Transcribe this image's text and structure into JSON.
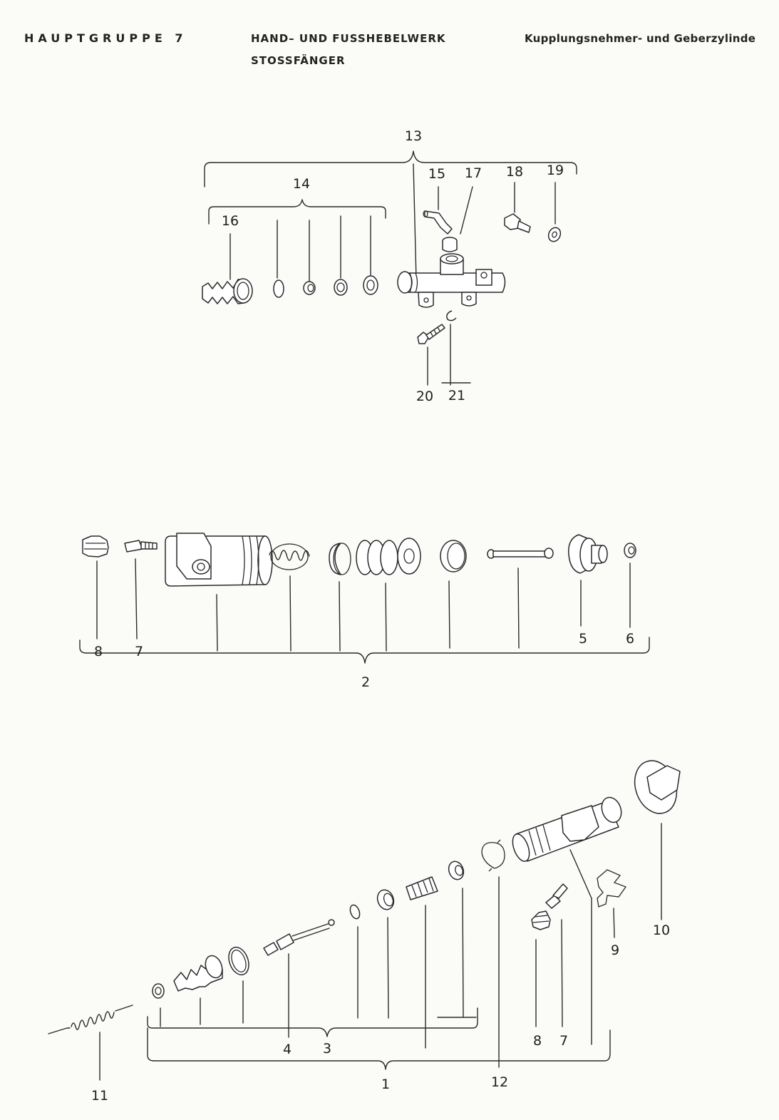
{
  "header": {
    "group": "HAUPTGRUPPE 7",
    "title_line1": "HAND– UND FUSSHEBELWERK",
    "title_line2": "STOSSFÄNGER",
    "subtitle_right": "Kupplungsnehmer- und Geberzylinde"
  },
  "labels": {
    "l1": "1",
    "l2": "2",
    "l3": "3",
    "l4": "4",
    "l5": "5",
    "l6": "6",
    "l7a": "7",
    "l7b": "7",
    "l8a": "8",
    "l8b": "8",
    "l9": "9",
    "l10": "10",
    "l11": "11",
    "l12": "12",
    "l13a": "13",
    "l14": "14",
    "l15": "15",
    "l16": "16",
    "l17": "17",
    "l18": "18",
    "l19": "19",
    "l20": "20",
    "l21": "21"
  }
}
